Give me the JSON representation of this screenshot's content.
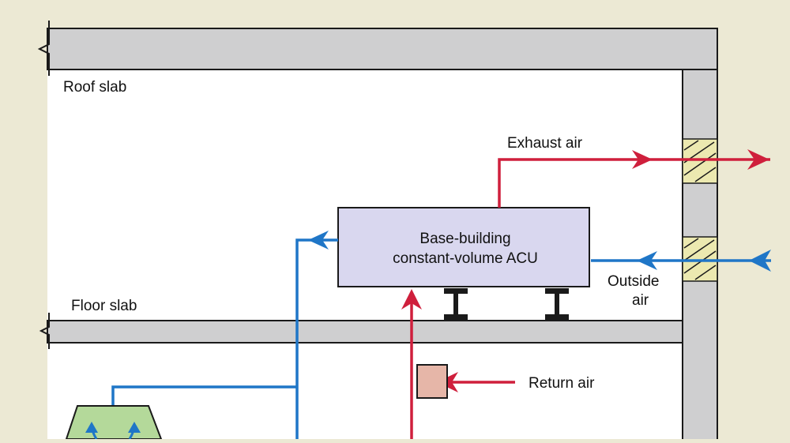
{
  "labels": {
    "roof_slab": "Roof slab",
    "floor_slab": "Floor slab",
    "exhaust_air": "Exhaust air",
    "acu_line1": "Base-building",
    "acu_line2": "constant-volume ACU",
    "outside_air_line1": "Outside",
    "outside_air_line2": "air",
    "return_air": "Return air"
  },
  "colors": {
    "background": "#ece9d4",
    "interior": "#ffffff",
    "slab": "#cfcfd0",
    "acu_fill": "#d9d7ef",
    "supply_air": "#1f76c7",
    "exhaust_return_air": "#cf1f3c",
    "return_grille": "#e6b6a8",
    "diffuser": "#b4d99a"
  }
}
